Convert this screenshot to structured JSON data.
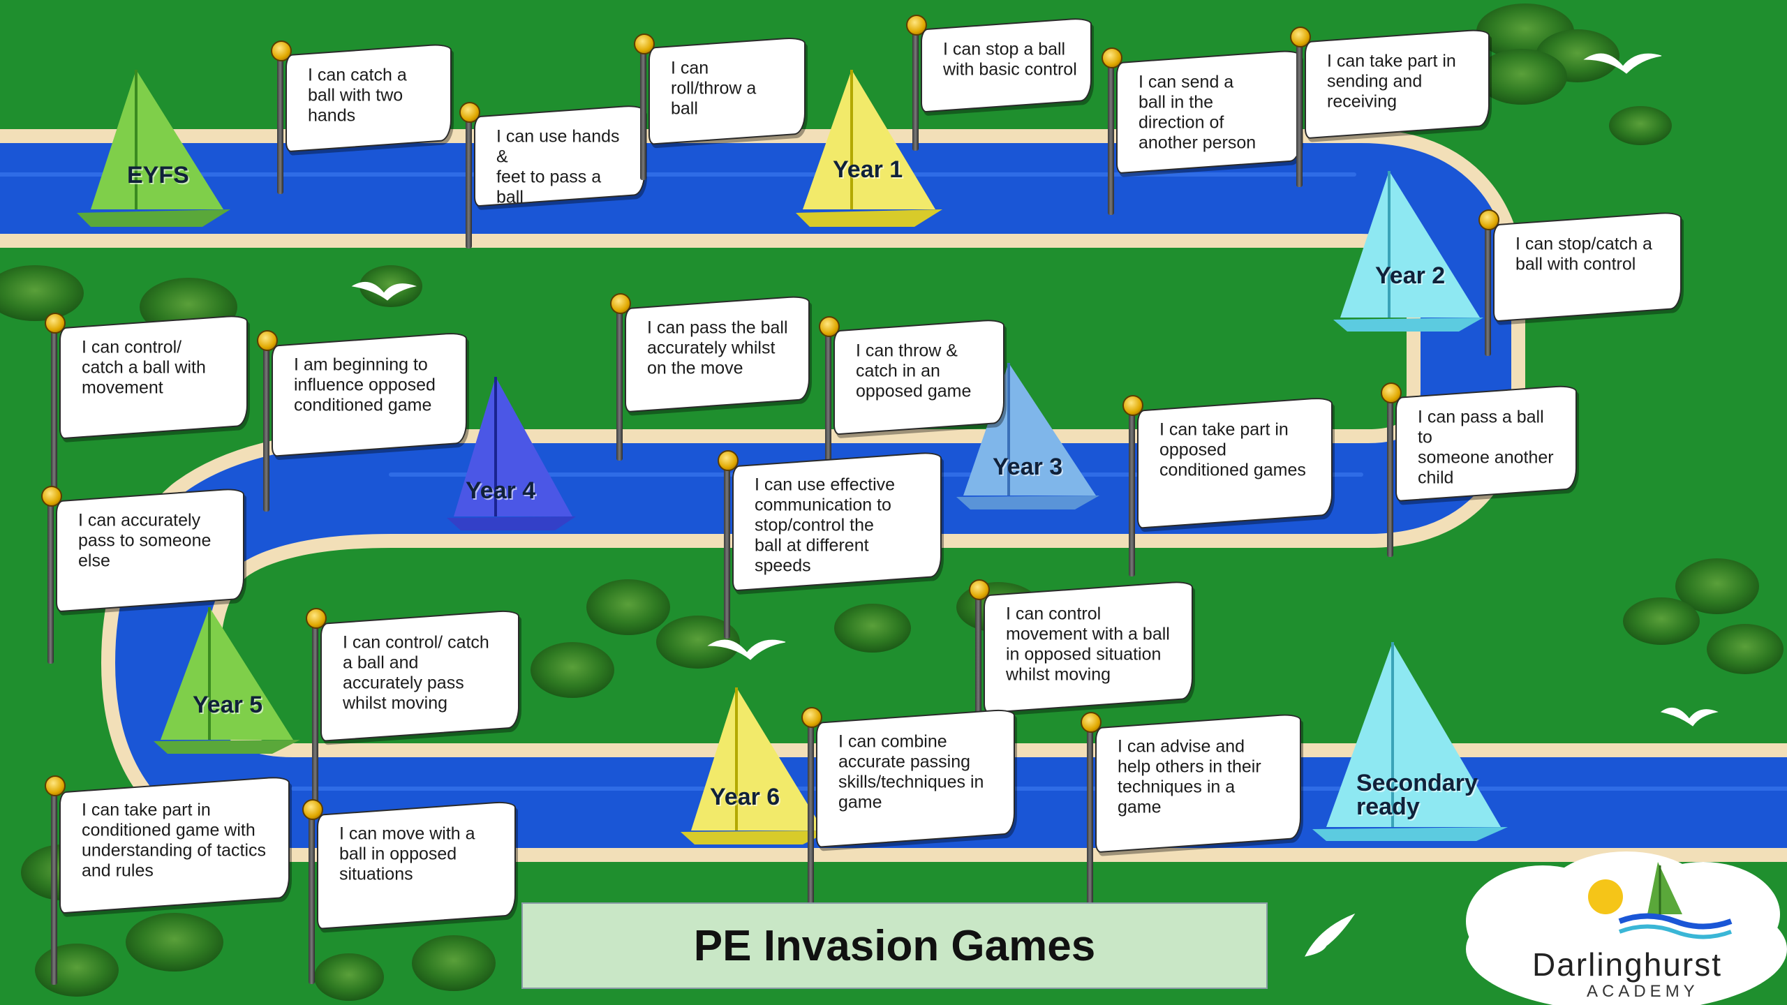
{
  "title": "PE Invasion Games",
  "logo": {
    "name": "Darlinghurst",
    "sub": "ACADEMY"
  },
  "boats": [
    {
      "label": "EYFS"
    },
    {
      "label": "Year 1"
    },
    {
      "label": "Year 2"
    },
    {
      "label": "Year 3"
    },
    {
      "label": "Year 4"
    },
    {
      "label": "Year 5"
    },
    {
      "label": "Year 6"
    },
    {
      "label": "Secondary\nready"
    }
  ],
  "flags": [
    {
      "text": "I can catch a\nball with two\nhands"
    },
    {
      "text": "I can use hands &\nfeet to pass a ball"
    },
    {
      "text": "I can\nroll/throw a\nball"
    },
    {
      "text": "I can stop a ball\nwith basic control"
    },
    {
      "text": "I can send a\nball in the\ndirection of\nanother person"
    },
    {
      "text": "I can take part in\nsending and\nreceiving"
    },
    {
      "text": "I can stop/catch a\nball with control"
    },
    {
      "text": "I can pass a ball to\nsomeone another\nchild"
    },
    {
      "text": "I can take part in\nopposed\nconditioned games"
    },
    {
      "text": "I can throw &\ncatch in an\nopposed game"
    },
    {
      "text": "I can pass the ball\naccurately whilst\non the move"
    },
    {
      "text": "I am beginning to\ninfluence opposed\nconditioned game"
    },
    {
      "text": "I can control/\ncatch a ball with\nmovement"
    },
    {
      "text": "I can accurately\npass to someone\nelse"
    },
    {
      "text": "I can use effective\ncommunication to\nstop/control the\nball at different\nspeeds"
    },
    {
      "text": "I can control/ catch\na ball and\naccurately pass\nwhilst moving"
    },
    {
      "text": "I can control\nmovement with a ball\nin opposed situation\nwhilst moving"
    },
    {
      "text": "I can combine\naccurate passing\nskills/techniques in\ngame"
    },
    {
      "text": "I can advise and\nhelp others in their\ntechniques in a\ngame"
    },
    {
      "text": "I can take part in\nconditioned game with\nunderstanding of tactics\nand rules"
    },
    {
      "text": "I can move with a\nball in opposed\nsituations"
    }
  ],
  "colors": {
    "grass": "#1f8f2e",
    "river": "#1a56d6",
    "sand": "#f2dfb8"
  }
}
